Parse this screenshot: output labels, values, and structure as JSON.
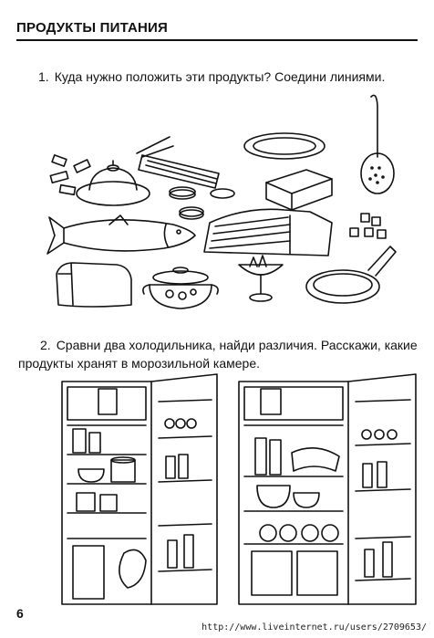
{
  "header": {
    "title": "ПРОДУКТЫ ПИТАНИЯ"
  },
  "task1": {
    "number": "1.",
    "text": "Куда нужно положить эти продукты? Соедини линиями."
  },
  "task2": {
    "number": "2.",
    "line1": "Сравни два холодильника, найди различия. Расскажи, какие",
    "line2": "продукты хранят в морозильной камере."
  },
  "page_number": "6",
  "watermark": "http://www.liveinternet.ru/users/2709653/"
}
